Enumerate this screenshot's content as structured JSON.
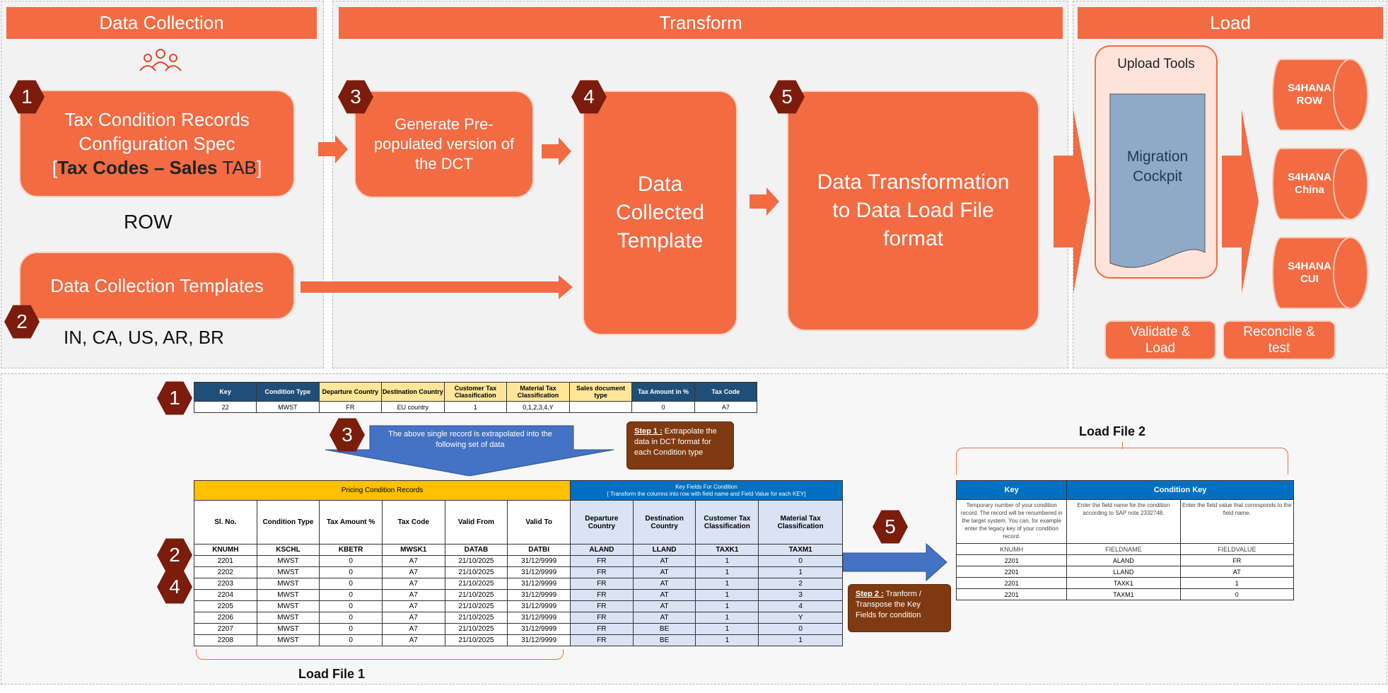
{
  "sections": {
    "collection": "Data Collection",
    "transform": "Transform",
    "load": "Load"
  },
  "steps": {
    "s1_line1": "Tax Condition Records",
    "s1_line2": "Configuration Spec",
    "s1_bold": "Tax Codes – Sales",
    "s1_tab": "TAB",
    "row_label": "ROW",
    "s2": "Data Collection Templates",
    "countries": "IN, CA, US, AR, BR",
    "s3": "Generate Pre-populated version of the DCT",
    "s4": "Data Collected Template",
    "s5": "Data Transformation to Data Load File format"
  },
  "badges": {
    "b1": "1",
    "b2": "2",
    "b3": "3",
    "b4": "4",
    "b5": "5"
  },
  "load": {
    "upload_tools": "Upload Tools",
    "cockpit": "Migration Cockpit",
    "targets": [
      "S4HANA ROW",
      "S4HANA China",
      "S4HANA CUI"
    ],
    "validate": "Validate & Load",
    "reconcile": "Reconcile & test"
  },
  "icons": {
    "people": "people-group-icon"
  },
  "top_table": {
    "headers": [
      "Key",
      "Condition Type",
      "Departure Country",
      "Destination Country",
      "Customer Tax Classification",
      "Material Tax Classification",
      "Sales document type",
      "Tax Amount in %",
      "Tax Code"
    ],
    "row": [
      "22",
      "MWST",
      "FR",
      "EU country",
      "1",
      "0,1,2,3,4,Y",
      "",
      "0",
      "A7"
    ]
  },
  "extrapolate_note": "The above single record is extrapolated into the following set of data",
  "step1": {
    "title": "Step 1 :",
    "text": " Extrapolate the data in DCT format for each Condition type"
  },
  "step2": {
    "title": "Step 2 :",
    "text": " Tranform / Transpose the Key Fields for condition"
  },
  "load_file1": {
    "label": "Load File 1",
    "group1": "Pricing Condition Records",
    "group2_line1": "Key Fields For Condition",
    "group2_line2": "[ Transform the columns into row with field name and Field Value for each KEY]",
    "headers": [
      "Sl. No.",
      "Condition Type",
      "Tax Amount %",
      "Tax Code",
      "Valid From",
      "Valid To",
      "Departure Country",
      "Destination Country",
      "Customer Tax Classification",
      "Material Tax Classification"
    ],
    "tech": [
      "KNUMH",
      "KSCHL",
      "KBETR",
      "MWSK1",
      "DATAB",
      "DATBI",
      "ALAND",
      "LLAND",
      "TAXK1",
      "TAXM1"
    ],
    "rows": [
      [
        "2201",
        "MWST",
        "0",
        "A7",
        "21/10/2025",
        "31/12/9999",
        "FR",
        "AT",
        "1",
        "0"
      ],
      [
        "2202",
        "MWST",
        "0",
        "A7",
        "21/10/2025",
        "31/12/9999",
        "FR",
        "AT",
        "1",
        "1"
      ],
      [
        "2203",
        "MWST",
        "0",
        "A7",
        "21/10/2025",
        "31/12/9999",
        "FR",
        "AT",
        "1",
        "2"
      ],
      [
        "2204",
        "MWST",
        "0",
        "A7",
        "21/10/2025",
        "31/12/9999",
        "FR",
        "AT",
        "1",
        "3"
      ],
      [
        "2205",
        "MWST",
        "0",
        "A7",
        "21/10/2025",
        "31/12/9999",
        "FR",
        "AT",
        "1",
        "4"
      ],
      [
        "2206",
        "MWST",
        "0",
        "A7",
        "21/10/2025",
        "31/12/9999",
        "FR",
        "AT",
        "1",
        "Y"
      ],
      [
        "2207",
        "MWST",
        "0",
        "A7",
        "21/10/2025",
        "31/12/9999",
        "FR",
        "BE",
        "1",
        "0"
      ],
      [
        "2208",
        "MWST",
        "0",
        "A7",
        "21/10/2025",
        "31/12/9999",
        "FR",
        "BE",
        "1",
        "1"
      ]
    ]
  },
  "load_file2": {
    "label": "Load File 2",
    "h1": "Key",
    "h2": "Condition Key",
    "d1": "Temporary number of your condition record. The record will be renumbered in the target system. You can, for example enter the legacy key of your condition record.",
    "d2": "Enter the field name for the condition according to SAP note 2332748.",
    "d3": "Enter the field value that corresponds to the field name.",
    "tech": [
      "KNUMH",
      "FIELDNAME",
      "FIELDVALUE"
    ],
    "rows": [
      [
        "2201",
        "ALAND",
        "FR"
      ],
      [
        "2201",
        "LLAND",
        "AT"
      ],
      [
        "2201",
        "TAXK1",
        "1"
      ],
      [
        "2201",
        "TAXM1",
        "0"
      ]
    ]
  },
  "colors": {
    "orange": "#f26b43",
    "dark_badge": "#7b1c0c",
    "blue": "#4472c4",
    "header_blue": "#1f4e79",
    "yellow": "#ffc000",
    "light_yellow": "#ffe699",
    "light_blue": "#dae3f3"
  }
}
